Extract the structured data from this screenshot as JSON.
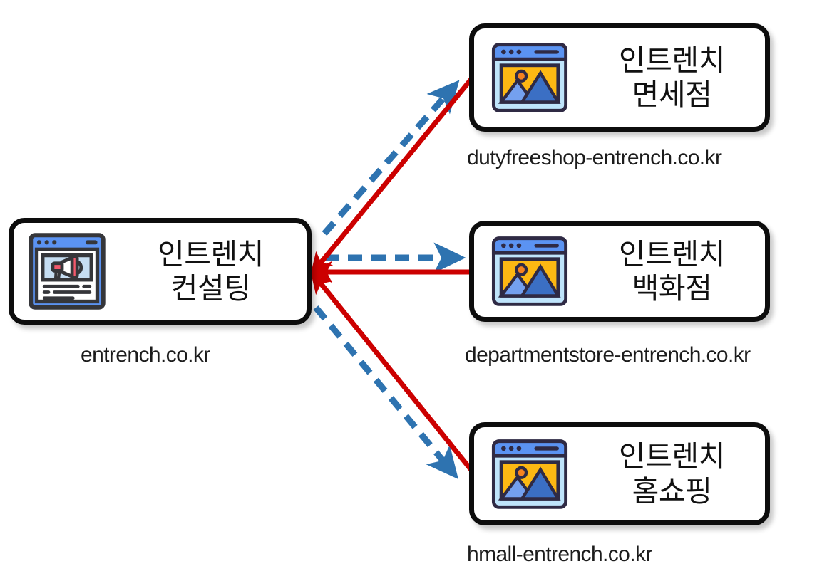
{
  "diagram": {
    "type": "site-network-diagram",
    "background_color": "#ffffff",
    "nodes": [
      {
        "id": "main",
        "title": "인트렌치\n컨설팅",
        "caption": "entrench.co.kr",
        "icon": "browser-megaphone-icon",
        "role": "source"
      },
      {
        "id": "dutyfreeshop",
        "title": "인트렌치\n면세점",
        "caption": "dutyfreeshop-entrench.co.kr",
        "icon": "browser-image-icon",
        "role": "target"
      },
      {
        "id": "departmentstore",
        "title": "인트렌치\n백화점",
        "caption": "departmentstore-entrench.co.kr",
        "icon": "browser-image-icon",
        "role": "target"
      },
      {
        "id": "hmall",
        "title": "인트렌치\n홈쇼핑",
        "caption": "hmall-entrench.co.kr",
        "icon": "browser-image-icon",
        "role": "target"
      }
    ],
    "edges": [
      {
        "id": "out-dutyfreeshop",
        "from": "main",
        "to": "dutyfreeshop",
        "style": "dashed",
        "color": "#2e73b0"
      },
      {
        "id": "out-departmentstore",
        "from": "main",
        "to": "departmentstore",
        "style": "dashed",
        "color": "#2e73b0"
      },
      {
        "id": "out-hmall",
        "from": "main",
        "to": "hmall",
        "style": "dashed",
        "color": "#2e73b0"
      },
      {
        "id": "in-dutyfreeshop",
        "from": "dutyfreeshop",
        "to": "main",
        "style": "solid",
        "color": "#cc0000"
      },
      {
        "id": "in-departmentstore",
        "from": "departmentstore",
        "to": "main",
        "style": "solid",
        "color": "#cc0000"
      },
      {
        "id": "in-hmall",
        "from": "hmall",
        "to": "main",
        "style": "solid",
        "color": "#cc0000"
      }
    ],
    "colors": {
      "outbound_link": "#2e73b0",
      "inbound_link": "#cc0000",
      "card_border": "#0d0d0d",
      "card_fill": "#ffffff",
      "icon_browser_bar": "#5b93f2",
      "icon_browser_fill": "#bfe4fb",
      "icon_photo_sky": "#fdb813",
      "icon_photo_mountain_dark": "#3b6fc4",
      "icon_photo_mountain_light": "#74a0ef",
      "icon_photo_sun": "#f58220",
      "icon_outline_dark": "#2f2a44",
      "icon_megaphone": "#f4596d",
      "icon_megaphone_screen": "#c5ddf2",
      "icon_line": "#35363a"
    }
  }
}
